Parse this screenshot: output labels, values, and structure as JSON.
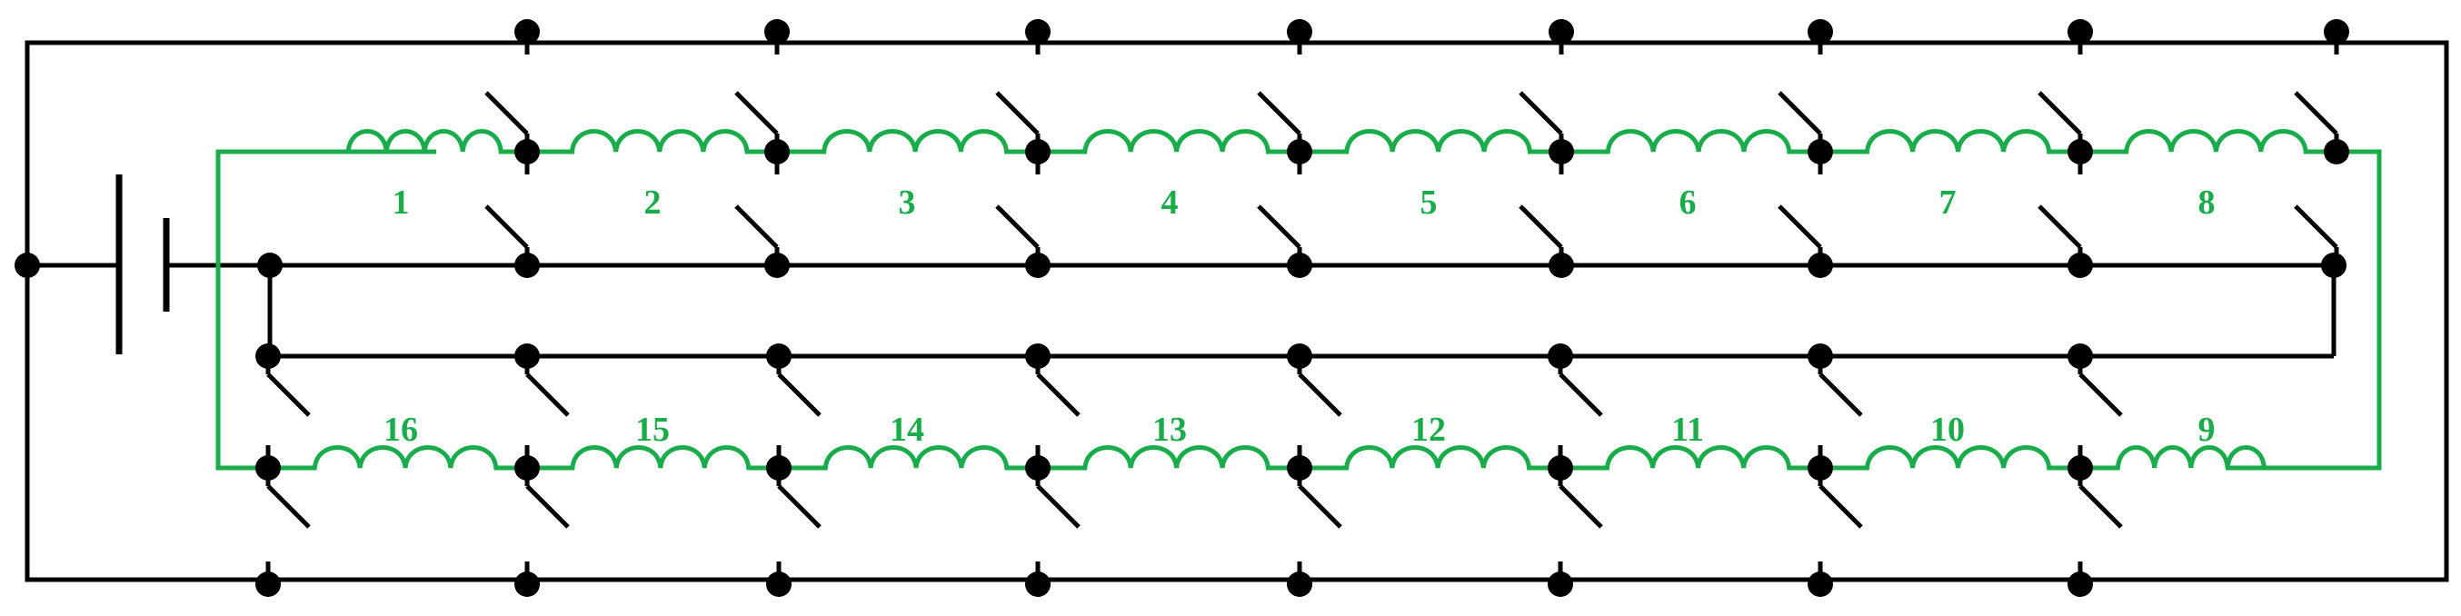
{
  "colors": {
    "wire": "#000000",
    "coil": "#1aab4b",
    "background": "#ffffff"
  },
  "top_coils": [
    {
      "number": "1"
    },
    {
      "number": "2"
    },
    {
      "number": "3"
    },
    {
      "number": "4"
    },
    {
      "number": "5"
    },
    {
      "number": "6"
    },
    {
      "number": "7"
    },
    {
      "number": "8"
    }
  ],
  "bottom_coils": [
    {
      "number": "16"
    },
    {
      "number": "15"
    },
    {
      "number": "14"
    },
    {
      "number": "13"
    },
    {
      "number": "12"
    },
    {
      "number": "11"
    },
    {
      "number": "10"
    },
    {
      "number": "9"
    }
  ]
}
